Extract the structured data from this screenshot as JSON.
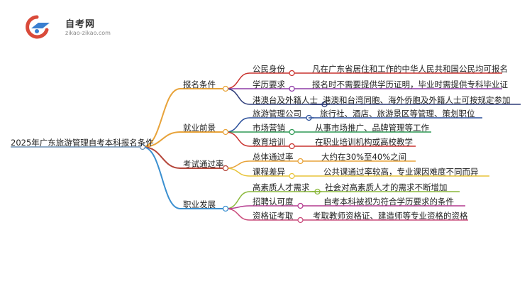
{
  "logo": {
    "title": "自考网",
    "subtitle": "zikao-zikao.com"
  },
  "root": {
    "label": "2025年广东旅游管理自考本科报名条件"
  },
  "branches": [
    {
      "label": "报名条件",
      "color": "#e8a33a",
      "items": [
        {
          "label": "公民身份",
          "detail": "凡在广东省居住和工作的中华人民共和国公民均可报名",
          "color": "#c9322e"
        },
        {
          "label": "学历要求",
          "detail": "报名时不需要提供学历证明，毕业时需提供专科毕业证",
          "color": "#8e3aa6"
        },
        {
          "label": "港澳台及外籍人士",
          "detail": "港澳和台湾同胞、海外侨胞及外籍人士可按规定参加",
          "color": "#2f3d7a"
        }
      ]
    },
    {
      "label": "就业前景",
      "color": "#e8a33a",
      "items": [
        {
          "label": "旅游管理公司",
          "detail": "旅行社、酒店、旅游景区等管理、策划职位",
          "color": "#2a4f9a"
        },
        {
          "label": "市场营销",
          "detail": "从事市场推广、品牌管理等工作",
          "color": "#2f9a55"
        },
        {
          "label": "教育培训",
          "detail": "在职业培训机构或高校教学",
          "color": "#c9322e"
        }
      ]
    },
    {
      "label": "考试通过率",
      "color": "#b5463a",
      "items": [
        {
          "label": "总体通过率",
          "detail": "大约在30%至40%之间",
          "color": "#e8a33a"
        },
        {
          "label": "课程差异",
          "detail": "公共课通过率较高，专业课因难度不同而异",
          "color": "#e8c43a"
        }
      ]
    },
    {
      "label": "职业发展",
      "color": "#3a8fd0",
      "items": [
        {
          "label": "高素质人才需求",
          "detail": "社会对高素质人才的需求不断增加",
          "color": "#8ab83a"
        },
        {
          "label": "招聘认可度",
          "detail": "自考本科被视为符合学历要求的条件",
          "color": "#b43a8e"
        },
        {
          "label": "资格证考取",
          "detail": "考取教师资格证、建造师等专业资格的资格",
          "color": "#c94a7a"
        }
      ]
    }
  ]
}
